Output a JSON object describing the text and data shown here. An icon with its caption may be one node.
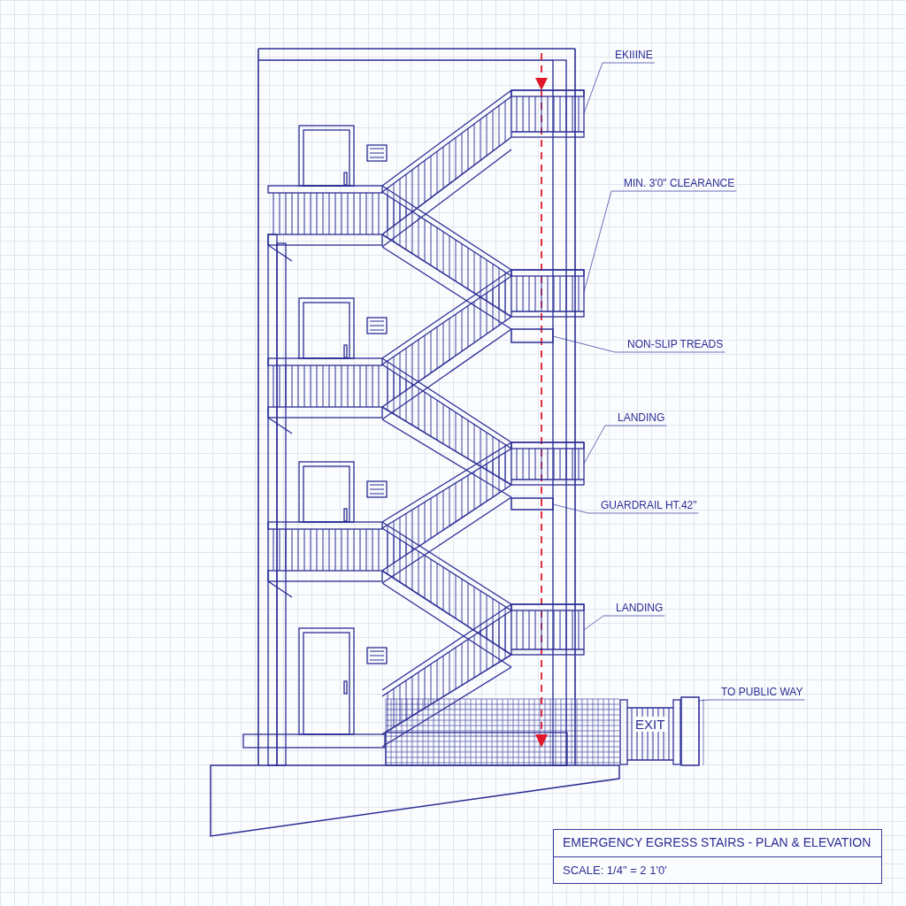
{
  "diagram": {
    "title": "EMERGENCY EGRESS STAIRS - PLAN & ELEVATION",
    "nodes": [
      {
        "text": [
          "EKIIINE"
        ]
      },
      {
        "text": [],
        "shape": "box"
      },
      {
        "text": [
          "MIN. 3'0\" CLEARANCE"
        ]
      },
      {
        "text": [],
        "shape": "box"
      },
      {
        "text": [
          "NON-SLIP TREADS"
        ]
      },
      {
        "text": [],
        "shape": "bar"
      },
      {
        "text": [
          "LANDING"
        ]
      },
      {
        "text": [],
        "shape": "box"
      },
      {
        "text": [
          "GUARDRAIL HT.42\""
        ]
      },
      {
        "text": [],
        "shape": "bar"
      },
      {
        "text": [
          "LANDING"
        ]
      },
      {
        "text": [],
        "shape": "box"
      },
      {
        "text": [
          "TO PUBLIC WAY"
        ]
      },
      {
        "text": [],
        "shape": "bar"
      },
      {
        "text": [
          "EXIT"
        ]
      }
    ],
    "edges": [
      {
        "from": 0,
        "to": 1,
        "arrow": "none"
      },
      {
        "from": 2,
        "to": 3,
        "arrow": "none"
      },
      {
        "from": 4,
        "to": 5,
        "arrow": "none"
      },
      {
        "from": 6,
        "to": 7,
        "arrow": "none"
      },
      {
        "from": 8,
        "to": 9,
        "arrow": "none"
      },
      {
        "from": 10,
        "to": 11,
        "arrow": "none"
      },
      {
        "from": 12,
        "to": 13,
        "arrow": "none"
      }
    ],
    "labels": [
      "SCALE: 1/4\" = 2 1'0'"
    ]
  }
}
